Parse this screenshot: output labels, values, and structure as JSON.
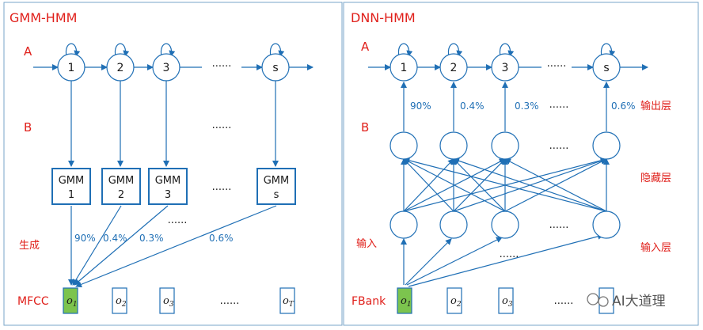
{
  "left": {
    "title": "GMM-HMM",
    "label_a": "A",
    "label_b": "B",
    "label_gen": "生成",
    "label_feat": "MFCC",
    "states": [
      "1",
      "2",
      "3",
      "s"
    ],
    "state_dots": "......",
    "b_dots": "......",
    "gmm_boxes": [
      {
        "line1": "GMM",
        "line2": "1"
      },
      {
        "line1": "GMM",
        "line2": "2"
      },
      {
        "line1": "GMM",
        "line2": "3"
      },
      {
        "line1": "GMM",
        "line2": "s"
      }
    ],
    "gmm_dots": "......",
    "emit_dots": "......",
    "probs": [
      "90%",
      "0.4%",
      "0.3%",
      "0.6%"
    ],
    "obs": [
      "o",
      "o",
      "o",
      "o"
    ],
    "obs_sub": [
      "1",
      "2",
      "3",
      "T"
    ],
    "obs_dots": "......"
  },
  "right": {
    "title": "DNN-HMM",
    "label_a": "A",
    "label_b": "B",
    "label_input": "输入",
    "label_feat": "FBank",
    "states": [
      "1",
      "2",
      "3",
      "s"
    ],
    "state_dots": "......",
    "probs": [
      "90%",
      "0.4%",
      "0.3%",
      "0.6%"
    ],
    "prob_dots": "......",
    "layer_output": "输出层",
    "layer_hidden": "隐藏层",
    "layer_input": "输入层",
    "hidden_dots": "......",
    "input_dots": "......",
    "mid_dots": "......",
    "obs": [
      "o",
      "o",
      "o"
    ],
    "obs_sub": [
      "1",
      "2",
      "3"
    ],
    "obs_dots": "......"
  },
  "watermark": "AI大道理",
  "colors": {
    "accent": "#1f6fb5",
    "label": "#e0201b",
    "highlight": "#7cc44e"
  }
}
